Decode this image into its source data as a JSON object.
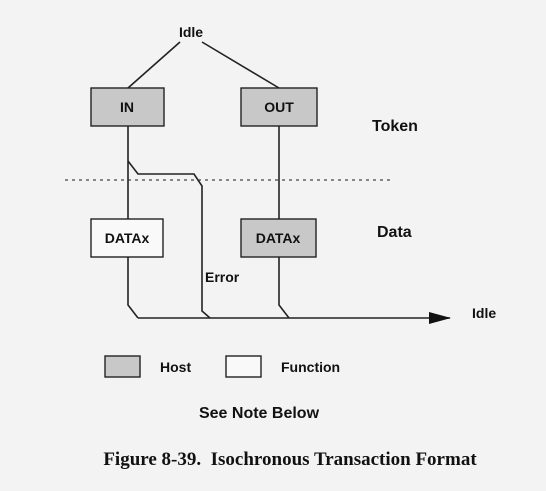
{
  "diagram": {
    "top_idle_label": "Idle",
    "token_in_label": "IN",
    "token_out_label": "OUT",
    "phase_token_label": "Token",
    "phase_data_label": "Data",
    "data_in_label": "DATAx",
    "data_out_label": "DATAx",
    "error_label": "Error",
    "end_idle_label": "Idle"
  },
  "legend": {
    "host_label": "Host",
    "function_label": "Function",
    "colors": {
      "host": "#c8c8c8",
      "function": "#f9f9f9"
    }
  },
  "note": "See Note Below",
  "caption": "Figure 8-39.  Isochronous Transaction Format"
}
